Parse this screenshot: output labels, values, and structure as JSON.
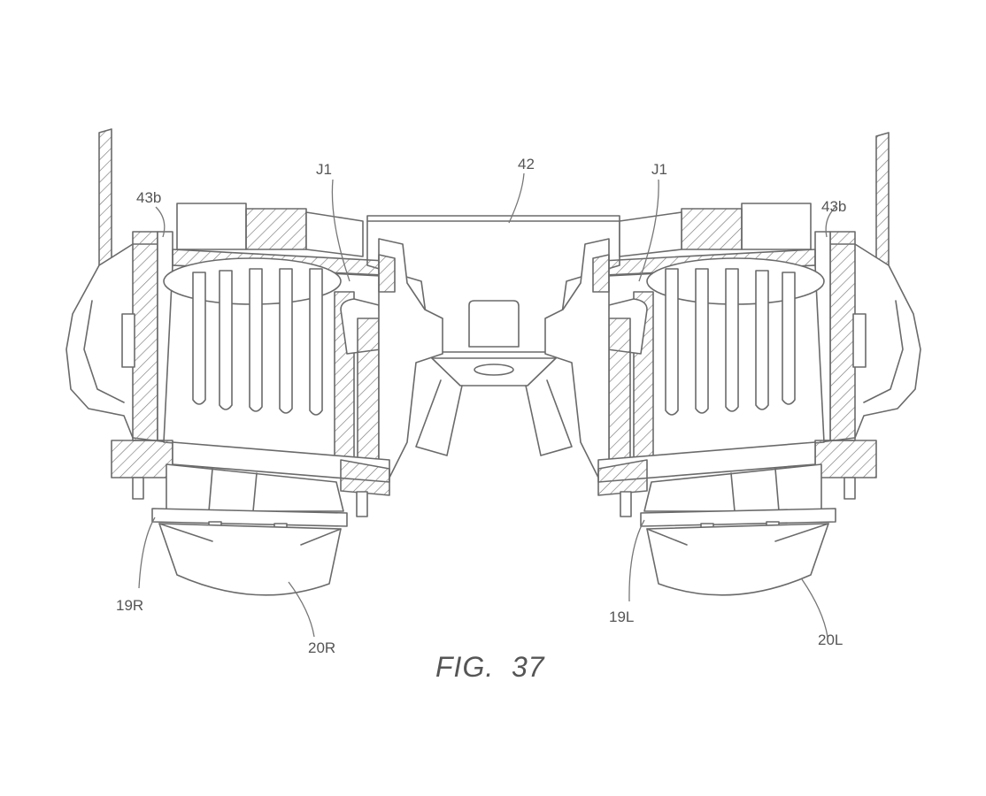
{
  "figure": {
    "caption": "FIG.  37",
    "labels": {
      "l42": "42",
      "j1_right": "J1",
      "j1_left": "J1",
      "b43_right": "43b",
      "b43_left": "43b",
      "r19": "19R",
      "l19": "19L",
      "r20": "20R",
      "l20": "20L"
    }
  }
}
